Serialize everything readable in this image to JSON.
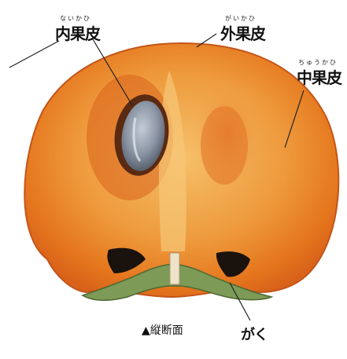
{
  "labels": {
    "endocarp": {
      "ruby": "ないかひ",
      "text": "内果皮"
    },
    "exocarp": {
      "ruby": "がいかひ",
      "text": "外果皮"
    },
    "mesocarp": {
      "ruby": "ちゅうかひ",
      "text": "中果皮"
    },
    "calyx": {
      "text": "がく"
    },
    "caption": {
      "text": "▲縦断面"
    }
  },
  "colors": {
    "fruit_orange": "#e8801f",
    "fruit_core": "#f3b25a",
    "seed_gray": "#8f9aa8",
    "calyx_green": "#7d9a56",
    "leader_line": "#222222"
  }
}
